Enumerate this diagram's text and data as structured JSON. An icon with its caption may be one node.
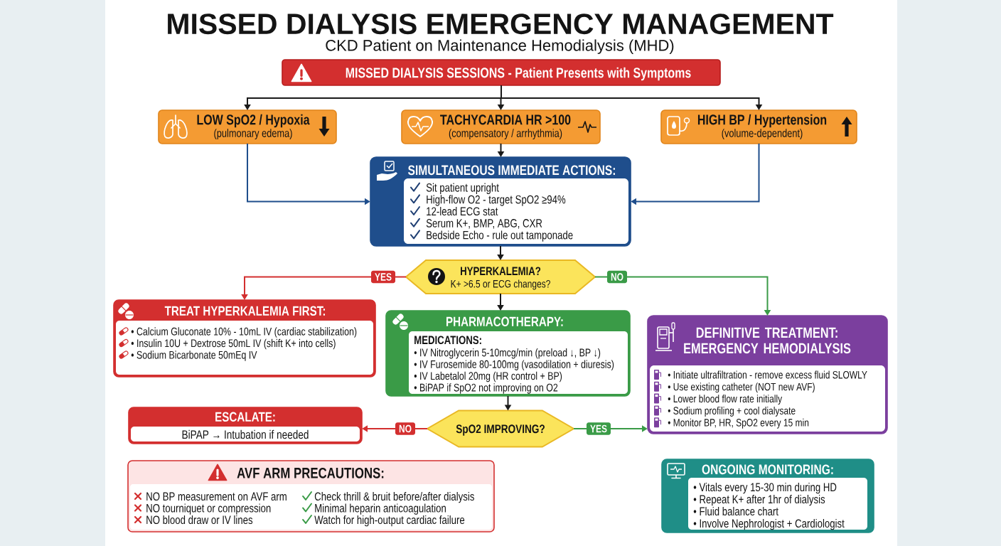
{
  "diagram": {
    "title": "MISSED DIALYSIS EMERGENCY MANAGEMENT",
    "nodes": [
      {
        "text": [
          "MISSED DIALYSIS SESSIONS - Patient Presents with Symptoms"
        ]
      },
      {
        "text": [
          "LOW SpO2 / Hypoxia",
          "(pulmonary edema)"
        ]
      },
      {
        "text": [
          "TACHYCARDIA HR >100",
          "(compensatory / arrhythmia)"
        ]
      },
      {
        "text": [
          "HIGH BP / Hypertension",
          "(volume-dependent)"
        ]
      },
      {
        "text": [
          "SIMULTANEOUS IMMEDIATE ACTIONS:",
          "Sit patient upright",
          "High-flow O2 - target SpO2 ≥94%",
          "12-lead ECG stat",
          "Serum K+, BMP, ABG, CXR",
          "Bedside Echo - rule out tamponade"
        ]
      },
      {
        "text": [
          "HYPERKALEMIA?",
          "K+ >6.5 or ECG changes?"
        ]
      },
      {
        "text": [
          "TREAT HYPERKALEMIA FIRST:",
          "• Calcium Gluconate 10% - 10mL IV (cardiac stabilization)",
          "• Insulin 10U + Dextrose 50mL IV (shift K+ into cells)",
          "• Sodium Bicarbonate 50mEq IV"
        ]
      },
      {
        "text": [
          "PHARMACOTHERAPY:",
          "MEDICATIONS:",
          "• IV Nitroglycerin 5-10mcg/min (preload ↓, BP ↓)",
          "• IV Furosemide 80-100mg (vasodilation + diuresis)",
          "• IV Labetalol 20mg (HR control + BP)",
          "• BiPAP if SpO2 not improving on O2"
        ]
      },
      {
        "text": [
          "DEFINITIVE TREATMENT: EMERGENCY HEMODIALYSIS",
          "• Initiate ultrafiltration - remove excess fluid SLOWLY",
          "• Use existing catheter (NOT new AVF)",
          "• Lower blood flow rate initially",
          "• Sodium profiling + cool dialysate",
          "• Monitor BP, HR, SpO2 every 15 min"
        ]
      },
      {
        "text": [
          "SpO2 IMPROVING?"
        ]
      },
      {
        "text": [
          "ESCALATE:",
          "BiPAP → Intubation if needed"
        ]
      },
      {
        "text": [
          "AVF ARM PRECAUTIONS:",
          "NO BP measurement on AVF arm",
          "NO tourniquet or compression",
          "NO blood draw or IV lines",
          "Check thrill & bruit before/after dialysis",
          "Minimal heparin anticoagulation",
          "Watch for high-output cardiac failure"
        ]
      },
      {
        "text": [
          "ONGOING MONITORING:",
          "• Vitals every 15-30 min during HD",
          "• Repeat K+ after 1hr of dialysis",
          "• Fluid balance chart",
          "• Involve Nephrologist + Cardiologist"
        ]
      }
    ],
    "edges": [
      {
        "from": 0,
        "to": 1,
        "arrow": "to"
      },
      {
        "from": 0,
        "to": 2,
        "arrow": "to"
      },
      {
        "from": 0,
        "to": 3,
        "arrow": "to"
      },
      {
        "from": 1,
        "to": 4,
        "arrow": "to",
        "color": "#1f4e8c"
      },
      {
        "from": 2,
        "to": 4,
        "arrow": "to"
      },
      {
        "from": 3,
        "to": 4,
        "arrow": "to",
        "color": "#1f4e8c"
      },
      {
        "from": 4,
        "to": 5,
        "arrow": "to"
      },
      {
        "from": 5,
        "to": 6,
        "arrow": "to",
        "label": "YES",
        "color": "#d32f2f"
      },
      {
        "from": 5,
        "to": 8,
        "arrow": "to",
        "label": "NO",
        "color": "#3a9b47"
      },
      {
        "from": 5,
        "to": 7,
        "arrow": "to"
      },
      {
        "from": 7,
        "to": 9,
        "arrow": "to"
      },
      {
        "from": 9,
        "to": 10,
        "arrow": "to",
        "label": "NO",
        "color": "#d32f2f"
      },
      {
        "from": 9,
        "to": 8,
        "arrow": "to",
        "label": "YES",
        "color": "#3a9b47"
      }
    ],
    "labels": [
      "CKD Patient on Maintenance Hemodialysis (MHD)"
    ]
  }
}
